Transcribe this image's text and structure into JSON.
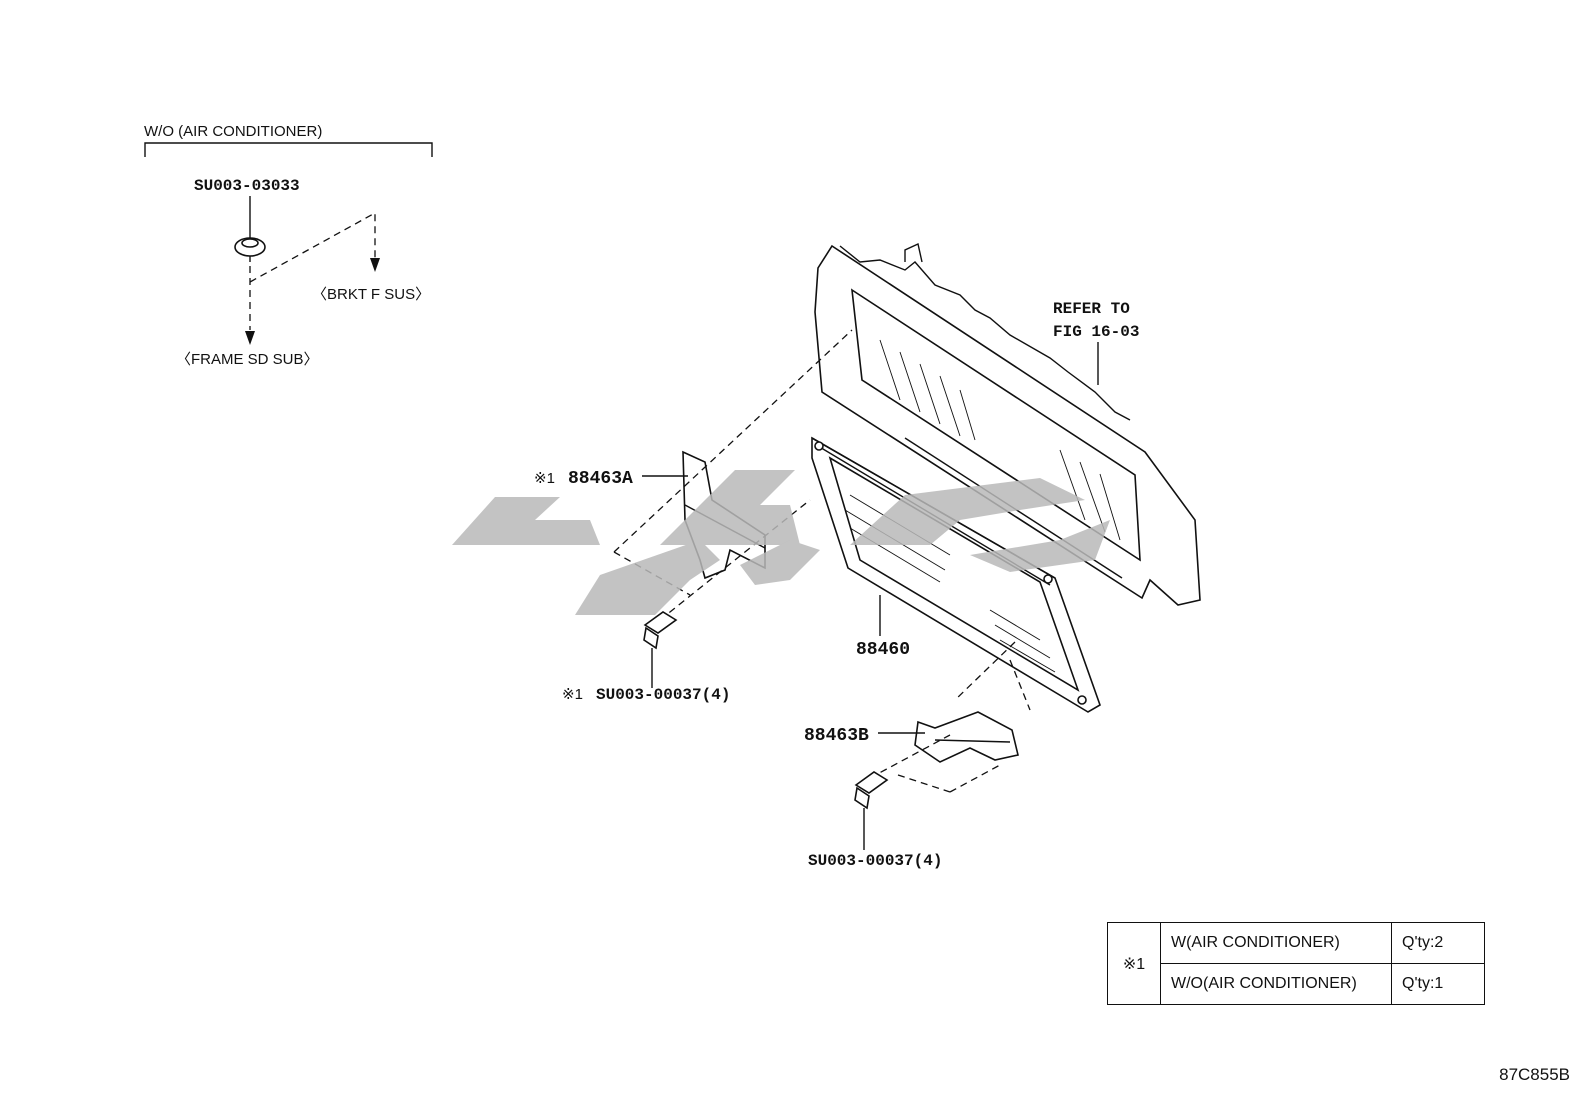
{
  "inset": {
    "header": "W/O (AIR CONDITIONER)",
    "part_number": "SU003-03033",
    "target_1": "〈BRKT F SUS〉",
    "target_2": "〈FRAME SD SUB〉"
  },
  "callouts": {
    "refer_line1": "REFER TO",
    "refer_line2": "FIG 16-03",
    "bracket_a_mark": "※1",
    "bracket_a": "88463A",
    "condenser": "88460",
    "bolt_a_mark": "※1",
    "bolt_a": "SU003-00037(4)",
    "bracket_b": "88463B",
    "bolt_b": "SU003-00037(4)"
  },
  "legend_table": {
    "mark": "※1",
    "rows": [
      {
        "condition": "W(AIR CONDITIONER)",
        "qty": "Q'ty:2"
      },
      {
        "condition": "W/O(AIR CONDITIONER)",
        "qty": "Q'ty:1"
      }
    ]
  },
  "figure_code": "87C855B",
  "colors": {
    "line": "#111111",
    "watermark": "#b9b9b9",
    "background": "#ffffff"
  }
}
